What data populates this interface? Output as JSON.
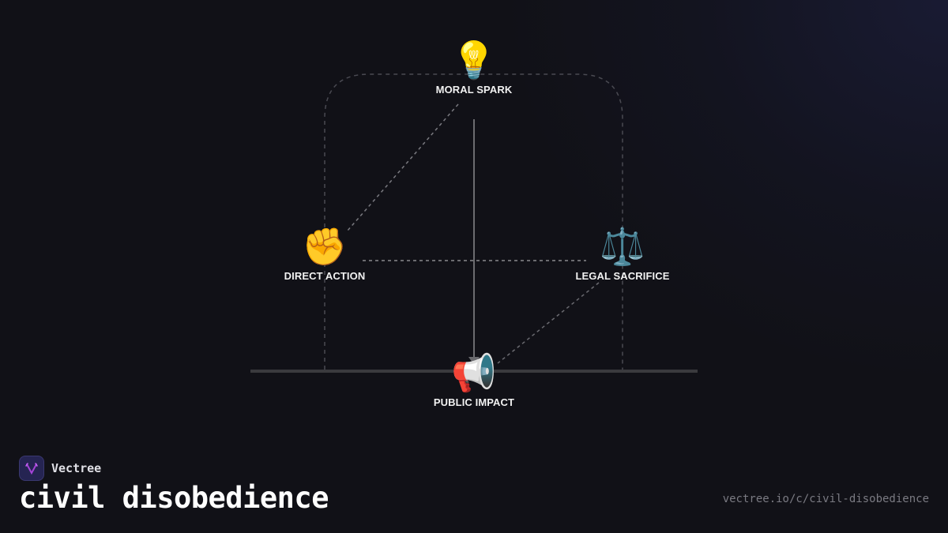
{
  "diagram": {
    "nodes": [
      {
        "id": "moral-spark",
        "label": "MORAL SPARK",
        "icon": "lightbulb-icon",
        "glyph": "💡"
      },
      {
        "id": "direct-action",
        "label": "DIRECT ACTION",
        "icon": "raised-fist-icon",
        "glyph": "✊"
      },
      {
        "id": "legal-sacrifice",
        "label": "LEGAL SACRIFICE",
        "icon": "balance-scale-icon",
        "glyph": "⚖️"
      },
      {
        "id": "public-impact",
        "label": "PUBLIC IMPACT",
        "icon": "megaphone-icon",
        "glyph": "📢"
      }
    ],
    "edges": [
      {
        "from": "moral-spark",
        "to": "direct-action",
        "style": "dotted"
      },
      {
        "from": "moral-spark",
        "to": "public-impact",
        "style": "solid-arrow"
      },
      {
        "from": "direct-action",
        "to": "legal-sacrifice",
        "style": "dotted"
      },
      {
        "from": "legal-sacrifice",
        "to": "public-impact",
        "style": "dotted"
      }
    ]
  },
  "footer": {
    "brand": "Vectree",
    "title": "civil disobedience",
    "url": "vectree.io/c/civil-disobedience"
  },
  "colors": {
    "background": "#111117",
    "accent": "#a544d8",
    "logo_bg": "#252452"
  }
}
